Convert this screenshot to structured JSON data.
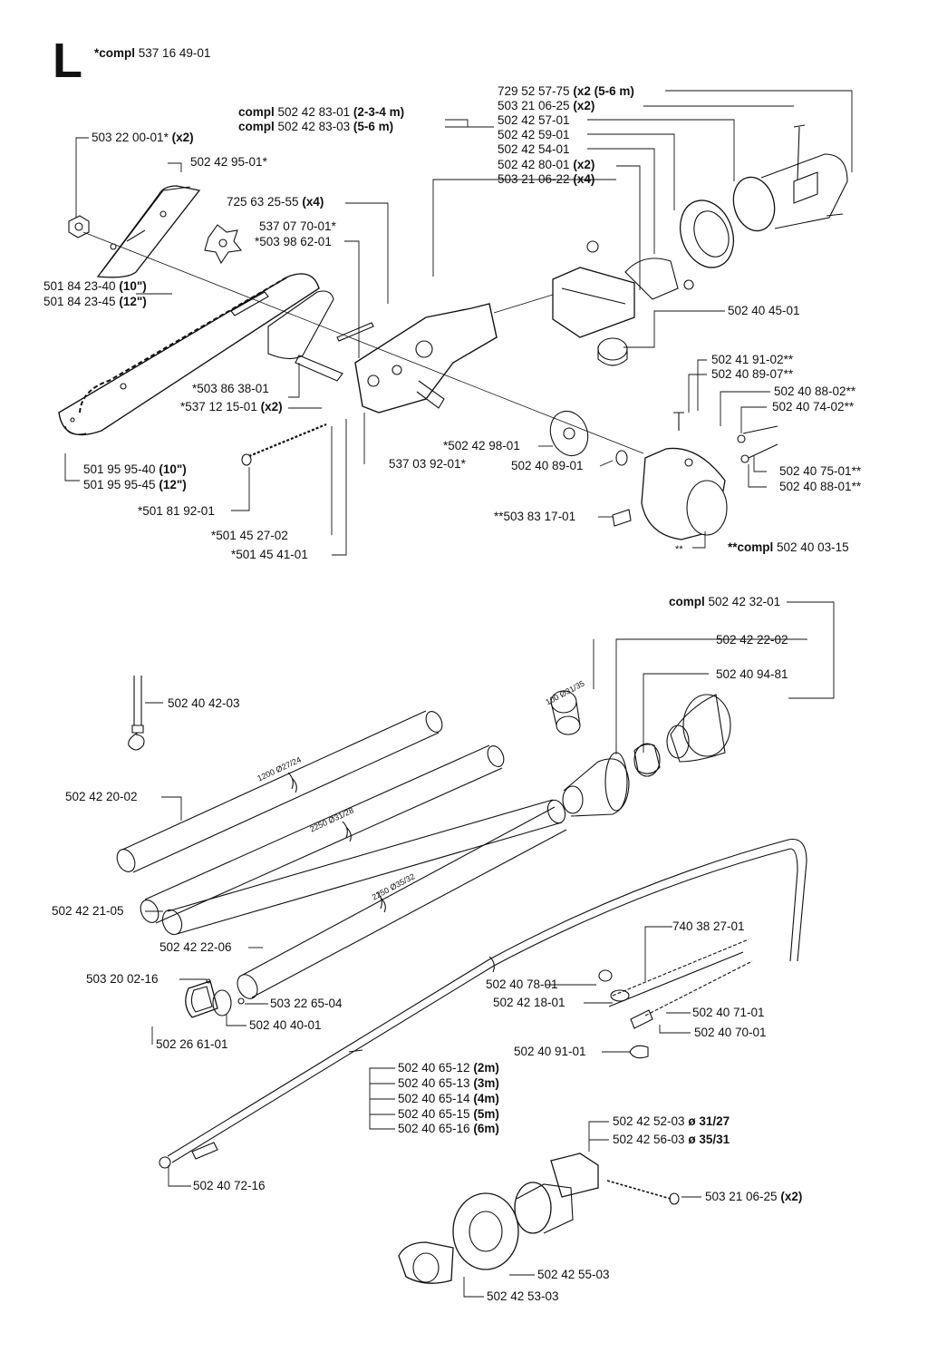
{
  "section": {
    "letter": "L",
    "title_prefix": "*compl",
    "title_number": "537 16 49-01"
  },
  "labels": {
    "p1": {
      "num": "503 22 00-01*",
      "qty": "(x2)"
    },
    "p2": {
      "num": "502 42 95-01*",
      "qty": ""
    },
    "p3": {
      "num": "501 84 23-40",
      "qty": "(10\")"
    },
    "p4": {
      "num": "501 84 23-45",
      "qty": "(12\")"
    },
    "p5": {
      "num": "725 63 25-55",
      "qty": "(x4)"
    },
    "p6": {
      "num": "537 07 70-01*",
      "qty": ""
    },
    "p7": {
      "num": "*503 98 62-01",
      "qty": ""
    },
    "p8": {
      "num": "*503 86 38-01",
      "qty": ""
    },
    "p9": {
      "num": "*537 12 15-01",
      "qty": "(x2)"
    },
    "p10": {
      "num": "501 95 95-40",
      "qty": "(10\")"
    },
    "p11": {
      "num": "501 95 95-45",
      "qty": "(12\")"
    },
    "p12": {
      "num": "*501 81 92-01",
      "qty": ""
    },
    "p13": {
      "num": "*501 45 27-02",
      "qty": ""
    },
    "p14": {
      "num": "*501 45 41-01",
      "qty": ""
    },
    "p15": {
      "num": "537 03 92-01*",
      "qty": ""
    },
    "p16": {
      "prefix": "compl",
      "num": "502 42 83-01",
      "qty": "(2-3-4 m)"
    },
    "p17": {
      "prefix": "compl",
      "num": "502 42 83-03",
      "qty": "(5-6 m)"
    },
    "p18": {
      "num": "729 52 57-75",
      "qty": "(x2 (5-6 m)"
    },
    "p19": {
      "num": "503 21 06-25",
      "qty": "(x2)"
    },
    "p20": {
      "num": "502 42 57-01",
      "qty": ""
    },
    "p21": {
      "num": "502 42 59-01",
      "qty": ""
    },
    "p22": {
      "num": "502 42 54-01",
      "qty": ""
    },
    "p23": {
      "num": "502 42 80-01",
      "qty": "(x2)"
    },
    "p24": {
      "num": "503 21 06-22",
      "qty": "(x4)"
    },
    "p25": {
      "num": "502 40 45-01",
      "qty": ""
    },
    "p26": {
      "num": "502 41 91-02**",
      "qty": ""
    },
    "p27": {
      "num": "502 40 89-07**",
      "qty": ""
    },
    "p28": {
      "num": "502 40 88-02**",
      "qty": ""
    },
    "p29": {
      "num": "502 40 74-02**",
      "qty": ""
    },
    "p30": {
      "num": "*502 42 98-01",
      "qty": ""
    },
    "p31": {
      "num": "502 40 89-01",
      "qty": ""
    },
    "p32": {
      "num": "502 40 75-01**",
      "qty": ""
    },
    "p33": {
      "num": "502 40 88-01**",
      "qty": ""
    },
    "p34": {
      "num": "**503 83 17-01",
      "qty": ""
    },
    "p35": {
      "num": "**",
      "qty": ""
    },
    "p36": {
      "prefix": "**compl",
      "num": "502 40 03-15",
      "qty": ""
    },
    "p37": {
      "prefix": "compl",
      "num": "502 42 32-01",
      "qty": ""
    },
    "p38": {
      "num": "502 42 22-02",
      "qty": ""
    },
    "p39": {
      "num": "502 40 94-81",
      "qty": ""
    },
    "p40": {
      "num": "502 40 42-03",
      "qty": ""
    },
    "p41": {
      "num": "502 42 20-02",
      "qty": ""
    },
    "p42": {
      "num": "502 42 21-05",
      "qty": ""
    },
    "p43": {
      "num": "502 42 22-06",
      "qty": ""
    },
    "p44": {
      "num": "503 20 02-16",
      "qty": ""
    },
    "p45": {
      "num": "503 22 65-04",
      "qty": ""
    },
    "p46": {
      "num": "502 40 40-01",
      "qty": ""
    },
    "p47": {
      "num": "502 26 61-01",
      "qty": ""
    },
    "p48": {
      "num": "740 38 27-01",
      "qty": ""
    },
    "p49": {
      "num": "502 40 78-01",
      "qty": ""
    },
    "p50": {
      "num": "502 42 18-01",
      "qty": ""
    },
    "p51": {
      "num": "502 40 71-01",
      "qty": ""
    },
    "p52": {
      "num": "502 40 70-01",
      "qty": ""
    },
    "p53": {
      "num": "502 40 91-01",
      "qty": ""
    },
    "p54": {
      "num": "502 40 65-12",
      "qty": "(2m)"
    },
    "p55": {
      "num": "502 40 65-13",
      "qty": "(3m)"
    },
    "p56": {
      "num": "502 40 65-14",
      "qty": "(4m)"
    },
    "p57": {
      "num": "502 40 65-15",
      "qty": "(5m)"
    },
    "p58": {
      "num": "502 40 65-16",
      "qty": "(6m)"
    },
    "p59": {
      "num": "502 40 72-16",
      "qty": ""
    },
    "p60": {
      "num": "502 42 52-03",
      "qty": "ø 31/27"
    },
    "p61": {
      "num": "502 42 56-03",
      "qty": "ø 35/31"
    },
    "p62": {
      "num": "503 21 06-25",
      "qty": "(x2)"
    },
    "p63": {
      "num": "502 42 55-03",
      "qty": ""
    },
    "p64": {
      "num": "502 42 53-03",
      "qty": ""
    }
  },
  "dimensions": {
    "d1": "1200 Ø27/24",
    "d2": "2250 Ø31/28",
    "d3": "2250 Ø35/32",
    "d4": "100 Ø31/35"
  }
}
